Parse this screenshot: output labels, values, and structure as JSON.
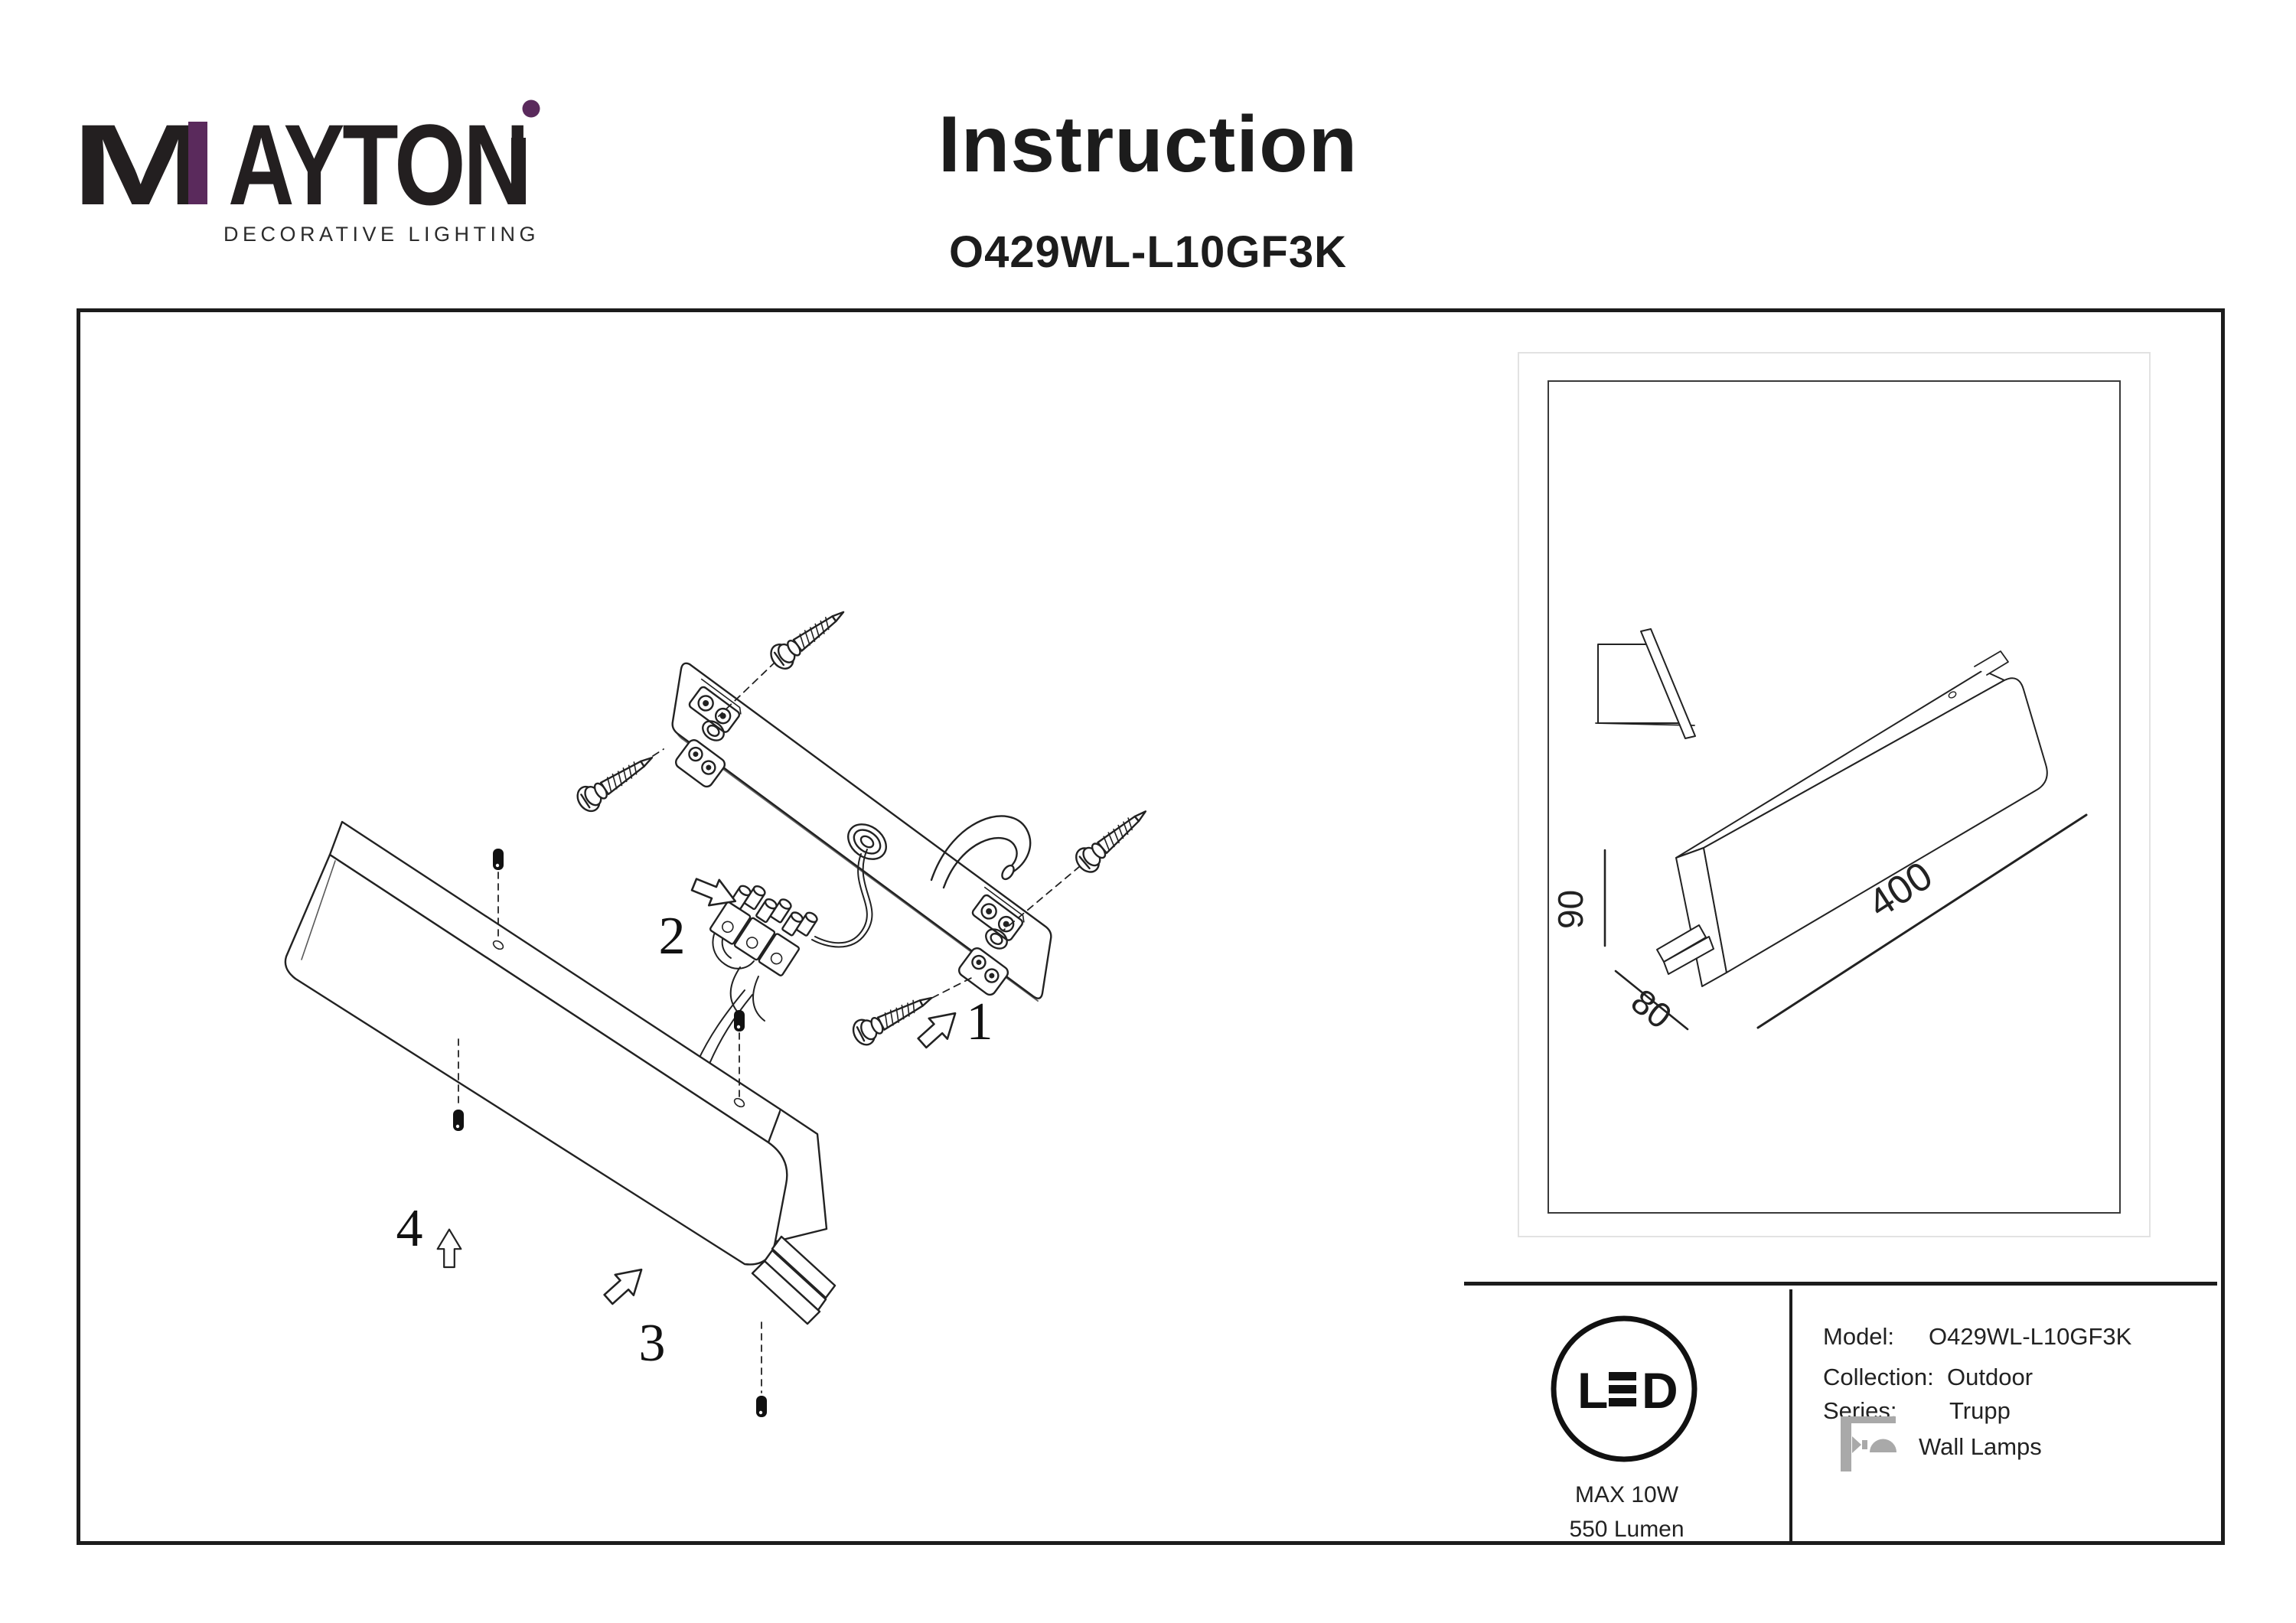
{
  "brand": {
    "wordmark_m": "M",
    "wordmark_mid": "AYTON",
    "tagline": "DECORATIVE LIGHTING",
    "accent_purple": "#5a2a5c",
    "text_black": "#231f20"
  },
  "header": {
    "title": "Instruction",
    "model": "O429WL-L10GF3K"
  },
  "assembly": {
    "step1": "1",
    "step2": "2",
    "step3": "3",
    "step4": "4"
  },
  "dimensions": {
    "height_mm": "90",
    "depth_mm": "80",
    "length_mm": "400"
  },
  "badge": {
    "led_l": "L",
    "led_d": "D",
    "max_power": "MAX 10W",
    "luminous_flux": "550 Lumen"
  },
  "specs": {
    "rows": [
      {
        "label": "Model:",
        "value": "O429WL-L10GF3K"
      },
      {
        "label": "Collection:",
        "value": "Outdoor"
      },
      {
        "label": "Series:",
        "value": "Trupp"
      },
      {
        "label": "",
        "value": "Wall Lamps"
      }
    ],
    "icon_gray": "#a9a9a9"
  }
}
